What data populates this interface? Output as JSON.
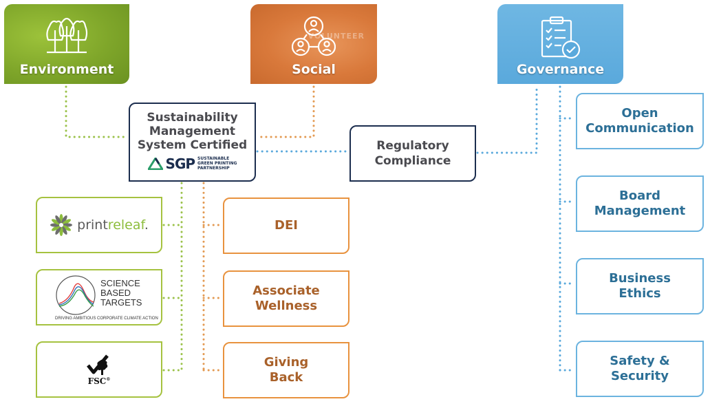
{
  "categories": {
    "environment": {
      "label": "Environment",
      "color": "#7fa62a",
      "icon": "trees-icon"
    },
    "social": {
      "label": "Social",
      "color": "#d9793b",
      "icon": "people-network-icon",
      "watermark": "VOLUNTEER"
    },
    "governance": {
      "label": "Governance",
      "color": "#5aa9dc",
      "icon": "clipboard-check-icon"
    }
  },
  "center": {
    "sms_certified": {
      "line1": "Sustainability",
      "line2": "Management",
      "line3": "System Certified",
      "logo_text": "SGP",
      "logo_sub1": "SUSTAINABLE",
      "logo_sub2": "GREEN PRINTING",
      "logo_sub3": "PARTNERSHIP"
    },
    "regulatory": {
      "line1": "Regulatory",
      "line2": "Compliance"
    }
  },
  "environment_items": {
    "printreleaf": {
      "text_a": "print",
      "text_b": "releaf",
      "suffix": "."
    },
    "sbt": {
      "line1": "SCIENCE",
      "line2": "BASED",
      "line3": "TARGETS",
      "tagline": "DRIVING AMBITIOUS CORPORATE CLIMATE ACTION"
    },
    "fsc": {
      "text": "FSC",
      "mark": "®"
    }
  },
  "social_items": {
    "dei": {
      "line1": "DEI"
    },
    "wellness": {
      "line1": "Associate",
      "line2": "Wellness"
    },
    "giving": {
      "line1": "Giving",
      "line2": "Back"
    }
  },
  "governance_items": {
    "open": {
      "line1": "Open",
      "line2": "Communication"
    },
    "board": {
      "line1": "Board",
      "line2": "Management"
    },
    "ethics": {
      "line1": "Business",
      "line2": "Ethics"
    },
    "safety": {
      "line1": "Safety &",
      "line2": "Security"
    }
  },
  "colors": {
    "navy": "#1b2d4e",
    "green": "#a5c23f",
    "orange": "#e8923e",
    "blue": "#6bb3df",
    "green_dots": "#9bc24a",
    "orange_dots": "#e39a52",
    "blue_dots": "#5aa9dc"
  }
}
